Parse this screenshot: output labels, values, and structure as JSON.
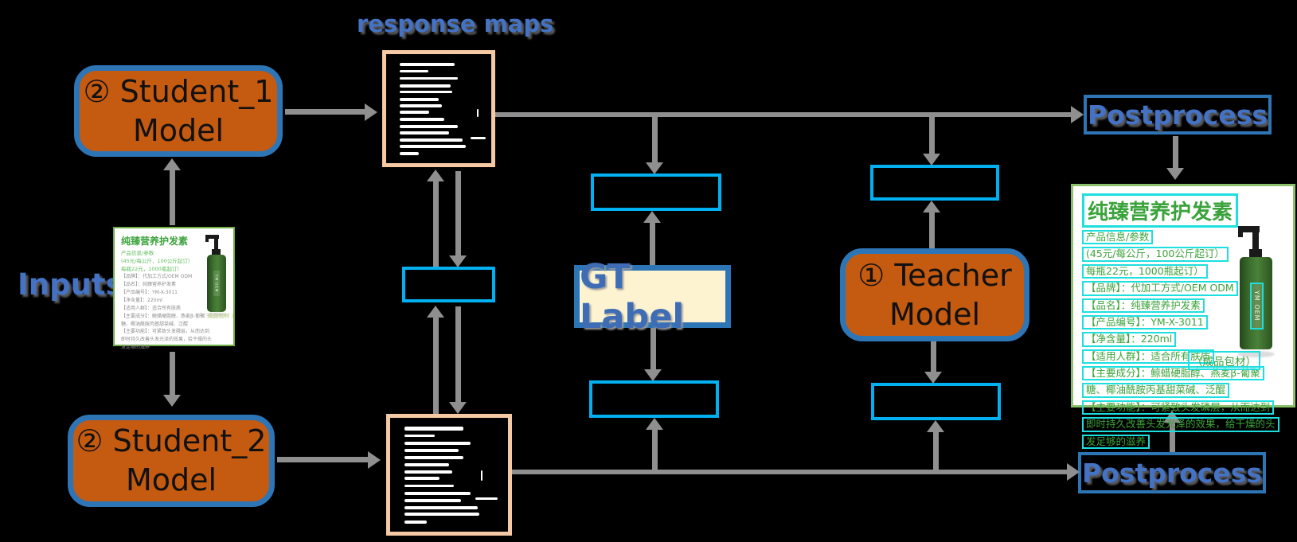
{
  "labels": {
    "response_maps": "response maps",
    "inputs": "Inputs",
    "gt_label": "GT Label",
    "postprocess_top": "Postprocess",
    "postprocess_bottom": "Postprocess"
  },
  "nodes": {
    "student1_line1": "② Student_1",
    "student1_line2": "Model",
    "student2_line1": "② Student_2",
    "student2_line2": "Model",
    "teacher_line1": "① Teacher",
    "teacher_line2": "Model"
  },
  "input_card": {
    "title": "纯臻营养护发素",
    "green_lines": [
      "产品信息/参数",
      "(45元/每公斤，100公斤起订）",
      "每瓶22元，1000瓶起订）"
    ],
    "spec_lines": [
      "【品牌】：代加工方式/OEM ODM",
      "【品名】：纯臻营养护发素",
      "【产品编号】：YM-X-3011",
      "【净含量】：220ml",
      "【适用人群】：适合所有肤质",
      "【主要成分】：鲸蜡硬脂醇、燕麦β-葡聚",
      "糖、椰油酰胺丙基甜菜碱、泛醌",
      "【主要功能】：可紧致头发磷层，从而达到",
      "即时持久改善头发光泽的效果，给干燥的头",
      "发足够的滋养"
    ],
    "packaging_note": "（ 成品包材 ）",
    "bottle_label": "YM OEM"
  },
  "result_card": {
    "title": "纯臻营养护发素",
    "lines": [
      "产品信息/参数",
      "(45元/每公斤，100公斤起订）",
      "每瓶22元，1000瓶起订）",
      "【品牌】：代加工方式/OEM ODM",
      "【品名】：纯臻营养护发素",
      "【产品编号】：YM-X-3011",
      "【净含量】：220ml",
      "【适用人群】：适合所有肤质",
      "【主要成分】：鲸蜡硬脂醇、燕麦β-葡聚",
      "糖、椰油酰胺丙基甜菜碱、泛醌",
      "【主要功能】：可紧致头发磷层，从而达到",
      "即时持久改善头发光泽的效果，给干燥的头",
      "发足够的滋养"
    ],
    "packaging_note": "（成品包材）",
    "bottle_label": "YM OEM"
  },
  "response_map_top": {
    "lines": [
      [
        8,
        13,
        52,
        3
      ],
      [
        14.5,
        13,
        27,
        2.6
      ],
      [
        21,
        13,
        55,
        2.6
      ],
      [
        27.5,
        13,
        48,
        2.8
      ],
      [
        33.5,
        13,
        50,
        2.6
      ],
      [
        40,
        13,
        37,
        2.8
      ],
      [
        46,
        13,
        40,
        2.8
      ],
      [
        52,
        13,
        28,
        2.8
      ],
      [
        58.5,
        13,
        42,
        2.6
      ],
      [
        65,
        13,
        55,
        2.6
      ],
      [
        71,
        13,
        47,
        2.8
      ],
      [
        77.5,
        13,
        60,
        2.6
      ],
      [
        83.5,
        13,
        63,
        2.6
      ],
      [
        90,
        13,
        18,
        2.8
      ],
      [
        50,
        86,
        1.6,
        8
      ],
      [
        76,
        80,
        15,
        2.2
      ]
    ]
  },
  "response_map_bottom": {
    "lines": [
      [
        8,
        12,
        50,
        3
      ],
      [
        14.5,
        12,
        26,
        2.6
      ],
      [
        21,
        12,
        56,
        2.6
      ],
      [
        27.5,
        12,
        46,
        2.8
      ],
      [
        33.5,
        12,
        50,
        2.6
      ],
      [
        40,
        12,
        38,
        2.8
      ],
      [
        46,
        12,
        41,
        2.8
      ],
      [
        52,
        12,
        30,
        2.8
      ],
      [
        58.5,
        12,
        42,
        2.6
      ],
      [
        65,
        12,
        56,
        2.6
      ],
      [
        71,
        12,
        48,
        2.8
      ],
      [
        77.5,
        12,
        62,
        2.6
      ],
      [
        83.5,
        12,
        64,
        2.6
      ],
      [
        90,
        12,
        19,
        2.8
      ],
      [
        46,
        77,
        1.6,
        9
      ],
      [
        70,
        72,
        19,
        2
      ]
    ]
  },
  "colors": {
    "accent_blue": "#2E75B6",
    "label_blue": "#4472C4",
    "loss_box_cyan": "#00B0F0",
    "model_orange": "#C55A11",
    "map_border_peach": "#F5C9A4",
    "card_border_green": "#70AD47",
    "text_green": "#3BA33B",
    "highlight_cyan": "#1EDFDF",
    "arrow_gray": "#8F8F8F",
    "gt_bg_cream": "#FDF3D0"
  }
}
